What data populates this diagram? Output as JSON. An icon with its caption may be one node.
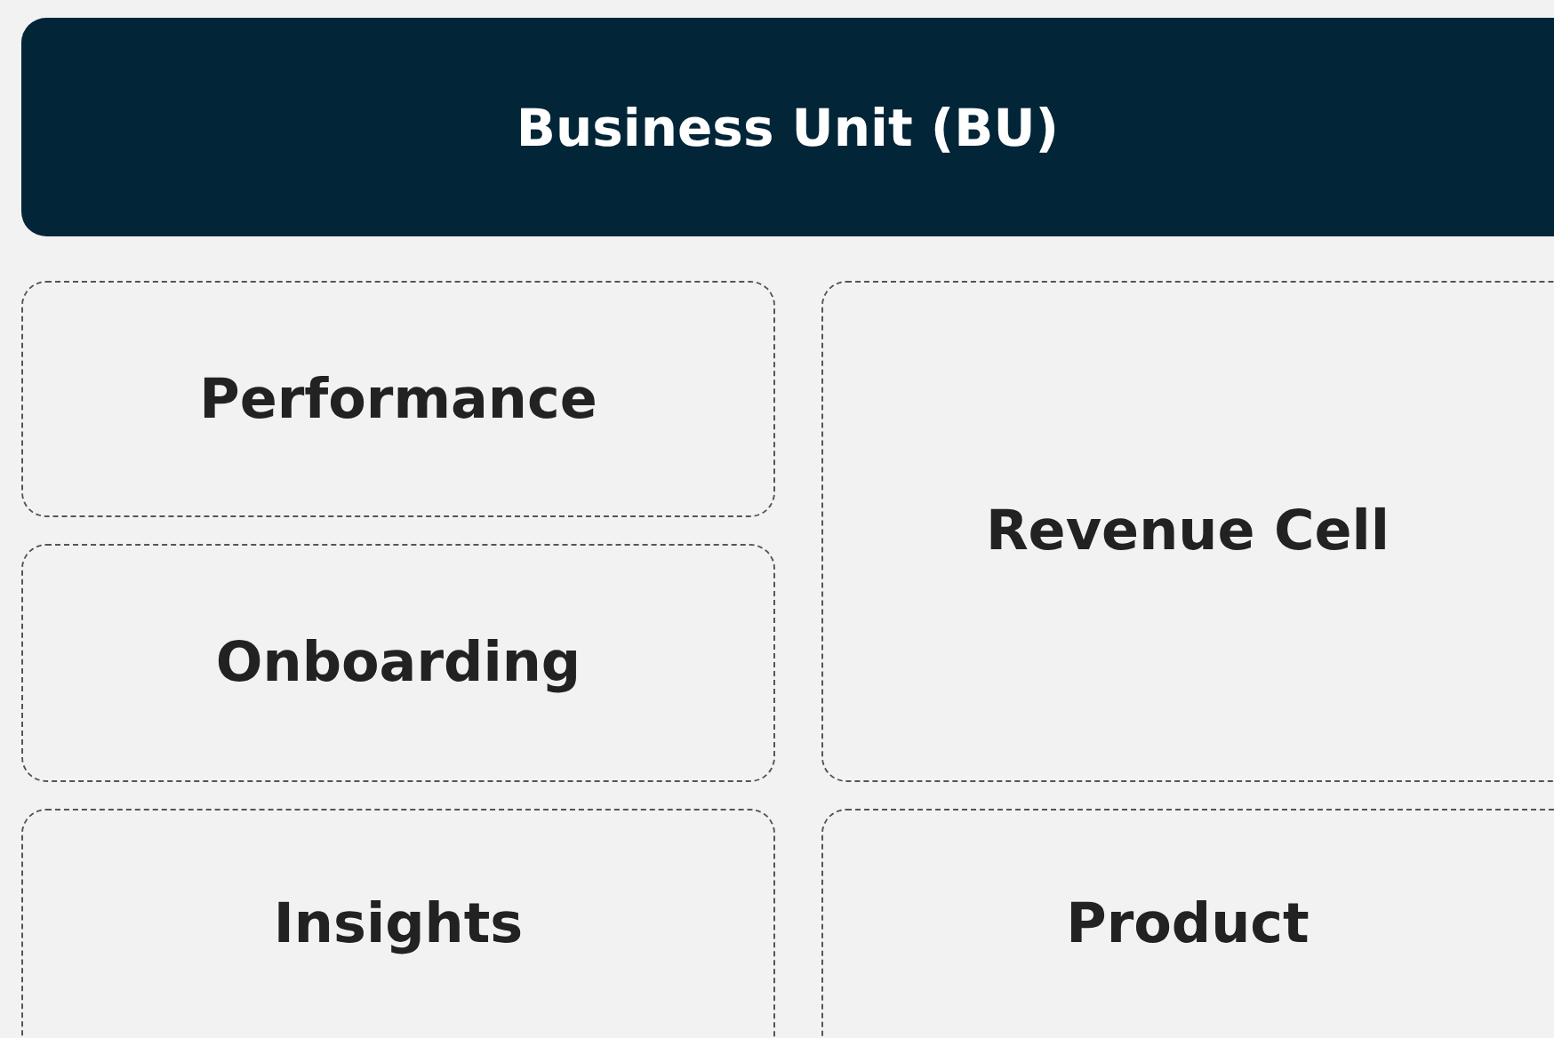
{
  "diagram": {
    "nodes": [
      {
        "text": [
          "Business Unit (BU)"
        ]
      },
      {
        "text": [
          "Performance"
        ]
      },
      {
        "text": [
          "Onboarding"
        ]
      },
      {
        "text": [
          "Revenue Cell"
        ]
      },
      {
        "text": [
          "Insights"
        ]
      },
      {
        "text": [
          "Product"
        ]
      }
    ]
  }
}
